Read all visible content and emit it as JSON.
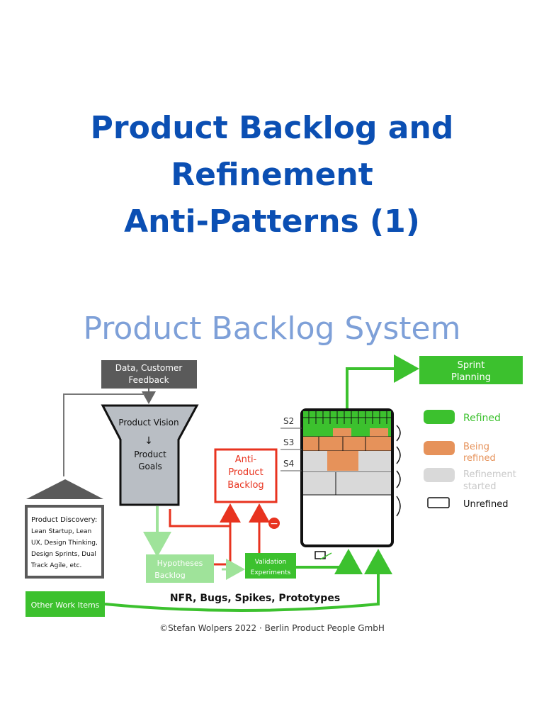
{
  "heading": {
    "line1": "Product Backlog and",
    "line2": "Refinement",
    "line3": "Anti-Patterns (1)"
  },
  "diagram": {
    "title": "Product Backlog System",
    "data_feedback": [
      "Data, Customer",
      "Feedback"
    ],
    "product_vision": "Product Vision",
    "arrow_down": "↓",
    "product_goals": [
      "Product",
      "Goals"
    ],
    "anti_backlog": [
      "Anti-",
      "Product",
      "Backlog"
    ],
    "minus_sign": "−",
    "discovery": [
      "Product Discovery:",
      "Lean Startup, Lean",
      "UX, Design Thinking,",
      "Design Sprints, Dual",
      "Track Agile, etc."
    ],
    "hypotheses": [
      "Hypotheses",
      "Backlog"
    ],
    "validation": [
      "Validation",
      "Experiments"
    ],
    "other_work": "Other Work Items",
    "nfr": "NFR, Bugs, Spikes, Prototypes",
    "sprint_planning": [
      "Sprint",
      "Planning"
    ],
    "sprint_labels": [
      "S2",
      "S3",
      "S4"
    ],
    "legend": {
      "refined": "Refined",
      "being_refined": [
        "Being",
        "refined"
      ],
      "refinement_started": [
        "Refinement",
        "started"
      ],
      "unrefined": "Unrefined"
    },
    "copyright": "©Stefan Wolpers 2022 · Berlin Product People GmbH"
  },
  "colors": {
    "heading": "#0b4fb3",
    "diagram_title": "#7ea0d8",
    "green": "#3cc12e",
    "light_green": "#9fe39a",
    "orange": "#e6925a",
    "gray_fill": "#d9d9d9",
    "red": "#e8331f",
    "dark_box": "#5a5a5a",
    "funnel": "#b9bec4"
  }
}
